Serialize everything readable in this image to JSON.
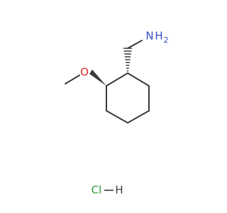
{
  "molecule": {
    "atoms": {
      "amine_nitrogen": "N",
      "amine_hydrogens": "H",
      "amine_h_count": "2",
      "ether_oxygen": "O"
    },
    "salt": {
      "chlorine": "Cl",
      "hydrogen": "H"
    }
  },
  "colors": {
    "nitrogen": "#3b4bc8",
    "oxygen": "#e8242a",
    "chlorine": "#2e9b3a",
    "bond": "#3a3a3a"
  }
}
